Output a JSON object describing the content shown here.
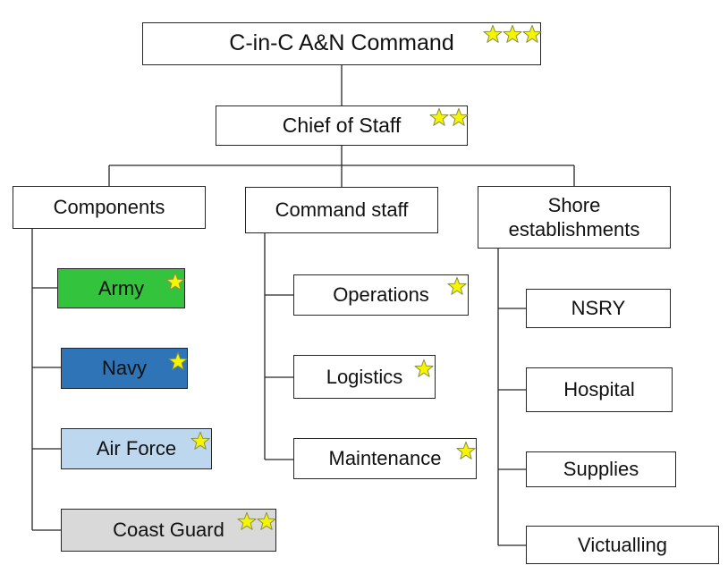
{
  "colors": {
    "line": "#262626",
    "star_fill": "#f5f500",
    "star_stroke": "#8a8f4a",
    "army": "#33c33c",
    "navy": "#2e74b6",
    "air_force": "#bdd7ee",
    "coast_guard": "#d9d9d9"
  },
  "nodes": {
    "cinc": {
      "label": "C-in-C A&N Command",
      "stars": 3
    },
    "chief_of_staff": {
      "label": "Chief of Staff",
      "stars": 2
    },
    "components": {
      "label": "Components",
      "stars": 0
    },
    "command_staff": {
      "label": "Command staff",
      "stars": 0
    },
    "shore": {
      "label": "Shore\nestablishments",
      "stars": 0
    },
    "army": {
      "label": "Army",
      "stars": 1
    },
    "navy": {
      "label": "Navy",
      "stars": 1
    },
    "air_force": {
      "label": "Air Force",
      "stars": 1
    },
    "coast_guard": {
      "label": "Coast Guard",
      "stars": 2
    },
    "operations": {
      "label": "Operations",
      "stars": 1
    },
    "logistics": {
      "label": "Logistics",
      "stars": 1
    },
    "maintenance": {
      "label": "Maintenance",
      "stars": 1
    },
    "nsry": {
      "label": "NSRY",
      "stars": 0
    },
    "hospital": {
      "label": "Hospital",
      "stars": 0
    },
    "supplies": {
      "label": "Supplies",
      "stars": 0
    },
    "victualling": {
      "label": "Victualling",
      "stars": 0
    }
  }
}
